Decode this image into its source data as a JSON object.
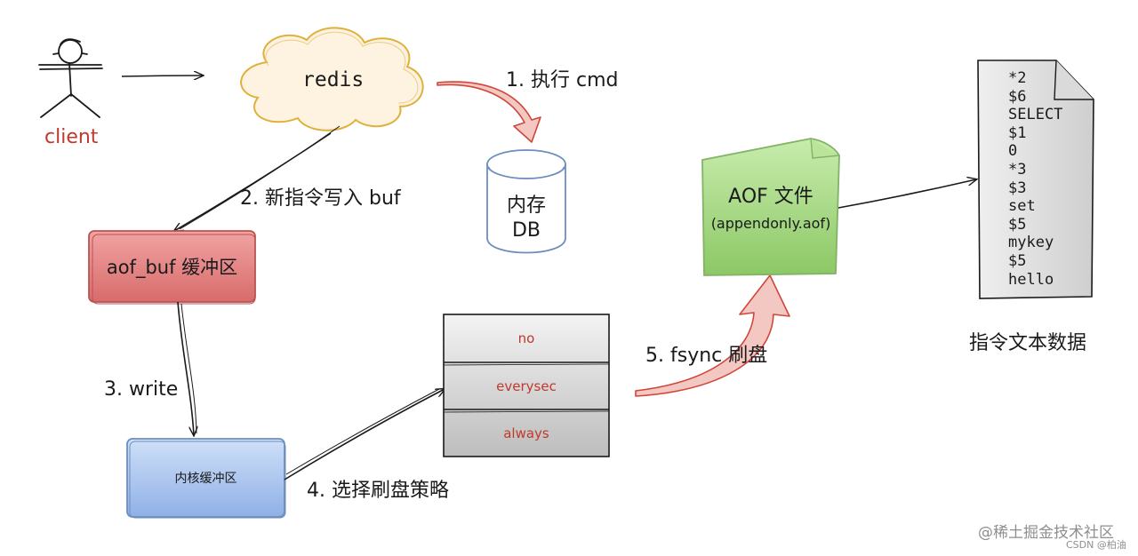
{
  "nodes": {
    "client": "client",
    "redis": "redis",
    "memory_db_line1": "内存",
    "memory_db_line2": "DB",
    "aof_buf": "aof_buf 缓冲区",
    "kernel_buffer": "内核缓冲区",
    "strategy_options": [
      "no",
      "everysec",
      "always"
    ],
    "aof_file_line1": "AOF 文件",
    "aof_file_line2": "(appendonly.aof)",
    "text_data_caption": "指令文本数据"
  },
  "aof_contents": [
    "*2",
    "$6",
    "SELECT",
    "$1",
    "0",
    "*3",
    "$3",
    "set",
    "$5",
    "mykey",
    "$5",
    "hello"
  ],
  "steps": {
    "step1": "1. 执行 cmd",
    "step2": "2. 新指令写入 buf",
    "step3": "3. write",
    "step4": "4. 选择刷盘策略",
    "step5": "5. fsync 刷盘"
  },
  "watermark": {
    "line1": "@稀土掘金技术社区",
    "line2": "CSDN @柏油"
  },
  "colors": {
    "client_label": "#c0392b",
    "redis_cloud_fill": "#fdf3e0",
    "redis_cloud_stroke": "#e0b13a",
    "db_stroke": "#6c8ebf",
    "aof_buf_fill": "#e58a8a",
    "aof_buf_stroke": "#b85450",
    "kernel_fill": "#a9c4ee",
    "kernel_stroke": "#6c8ebf",
    "strategy_fill": "#dcdcdc",
    "strategy_text": "#c0392b",
    "aof_file_fill": "#a6d97f",
    "aof_file_stroke": "#82b366",
    "doc_fill": "#e2e2e2",
    "red_arrow": "#d0473a"
  }
}
